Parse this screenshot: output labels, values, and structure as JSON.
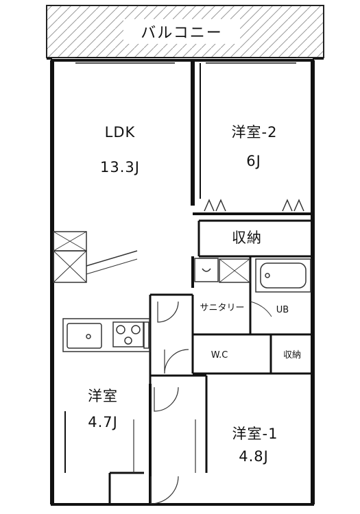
{
  "floorplan": {
    "balcony": "バルコニー",
    "ldk": {
      "name": "LDK",
      "size": "13.3J"
    },
    "bedroom2": {
      "name": "洋室-2",
      "size": "6J"
    },
    "closet_main": "収納",
    "sanitary": "サニタリー",
    "unit_bath": "UB",
    "toilet": "W.C",
    "closet_small": "収納",
    "bedroom_small": {
      "name": "洋室",
      "size": "4.7J"
    },
    "bedroom1": {
      "name": "洋室-1",
      "size": "4.8J"
    }
  }
}
